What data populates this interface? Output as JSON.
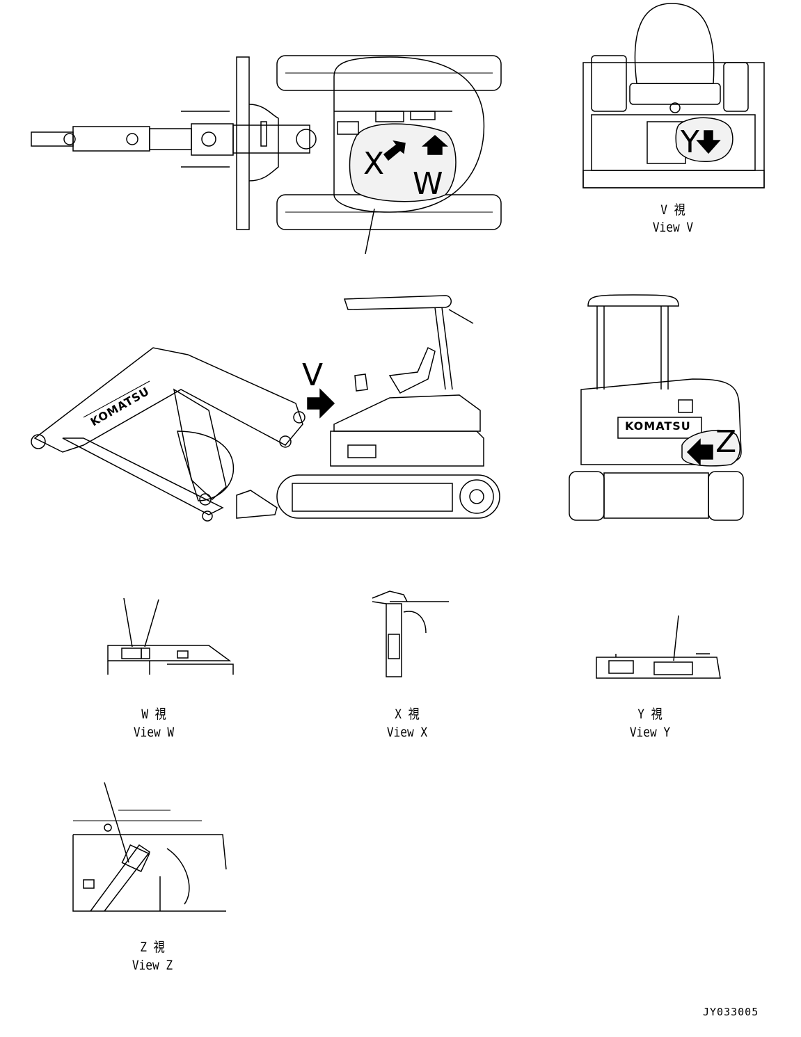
{
  "callouts": {
    "x": "X",
    "w": "W",
    "v": "V",
    "y": "Y",
    "z": "Z"
  },
  "brand": "KOMATSU",
  "views": {
    "v": {
      "jp": "V 視",
      "en": "View V"
    },
    "w": {
      "jp": "W 視",
      "en": "View W"
    },
    "x": {
      "jp": "X 視",
      "en": "View X"
    },
    "y": {
      "jp": "Y 視",
      "en": "View Y"
    },
    "z": {
      "jp": "Z 視",
      "en": "View Z"
    }
  },
  "drawing_code": "JY033005",
  "colors": {
    "line": "#000000",
    "highlight": "#f2f2f2",
    "background": "#ffffff"
  }
}
